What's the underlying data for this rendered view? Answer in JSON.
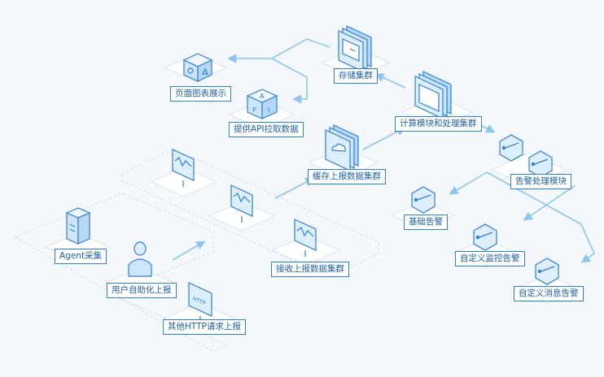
{
  "labels": {
    "storage": "存储集群",
    "page_display": "页面图表展示",
    "api_pull": "提供API拉取数据",
    "compute": "计算模块和处理集群",
    "alarm_proc": "告警处理模块",
    "cache": "缓存上报数据集群",
    "receive": "接收上报数据集群",
    "agent": "Agent采集",
    "user_report": "用户自助化上报",
    "http_report": "其他HTTP请求上报",
    "base_alarm": "基础告警",
    "custom_monitor": "自定义监控告警",
    "custom_msg": "自定义消息告警"
  },
  "api_icon_letters": [
    "A",
    "P",
    "I"
  ],
  "http_icon_text": "HTTP",
  "colors": {
    "background": "#f4f8fd",
    "line": "#8ec4f0",
    "stroke": "#2f7ed8",
    "fill": "#ddeefc",
    "label_text": "#1e5fa6"
  }
}
